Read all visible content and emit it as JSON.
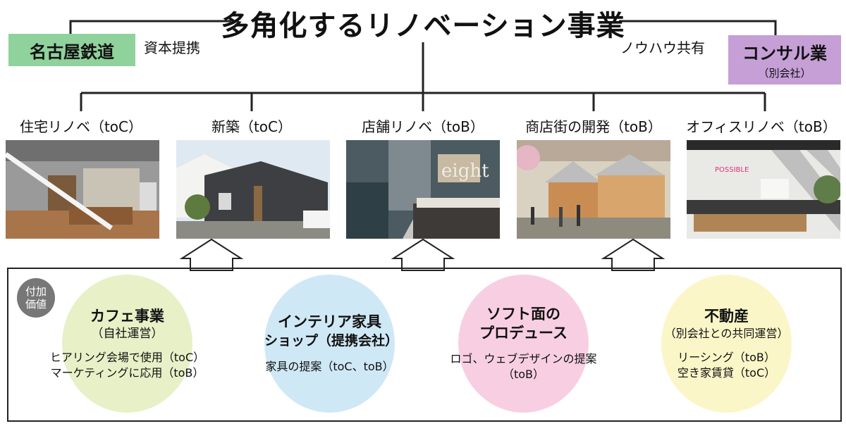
{
  "title": "多角化するリノベーション事業",
  "partners": {
    "left": {
      "label": "名古屋鉄道",
      "relation": "資本提携",
      "color": "#8fd29c"
    },
    "right": {
      "label": "コンサル業",
      "sublabel": "（別会社）",
      "relation": "ノウハウ共有",
      "color": "#c59fd5"
    }
  },
  "categories": [
    {
      "label": "住宅リノベ（toC）",
      "photo": "living-room-photo"
    },
    {
      "label": "新築（toC）",
      "photo": "new-house-photo"
    },
    {
      "label": "店舗リノベ（toB）",
      "photo": "cafe-shop-photo"
    },
    {
      "label": "商店街の開発（toB）",
      "photo": "shopping-street-photo"
    },
    {
      "label": "オフィスリノベ（toB）",
      "photo": "office-photo"
    }
  ],
  "added_value": {
    "badge": "付加\n価値",
    "items": [
      {
        "title": "カフェ事業",
        "sub": "（自社運営）",
        "desc": [
          "ヒアリング会場で使用（toC）",
          "マーケティングに応用（toB）"
        ],
        "color": "#e8f0c8"
      },
      {
        "title": "インテリア家具",
        "title2": "ショップ（提携会社）",
        "desc": [
          "家具の提案（toC、toB）"
        ],
        "color": "#cfe8f6"
      },
      {
        "title": "ソフト面の",
        "title2": "プロデュース",
        "desc": [
          "ロゴ、ウェブデザインの提案",
          "（toB）"
        ],
        "color": "#f8cfe2"
      },
      {
        "title": "不動産",
        "sub": "（別会社との共同運営）",
        "desc": [
          "リーシング（toB）",
          "空き家賃貸（toC）"
        ],
        "color": "#fbf6c8"
      }
    ]
  }
}
